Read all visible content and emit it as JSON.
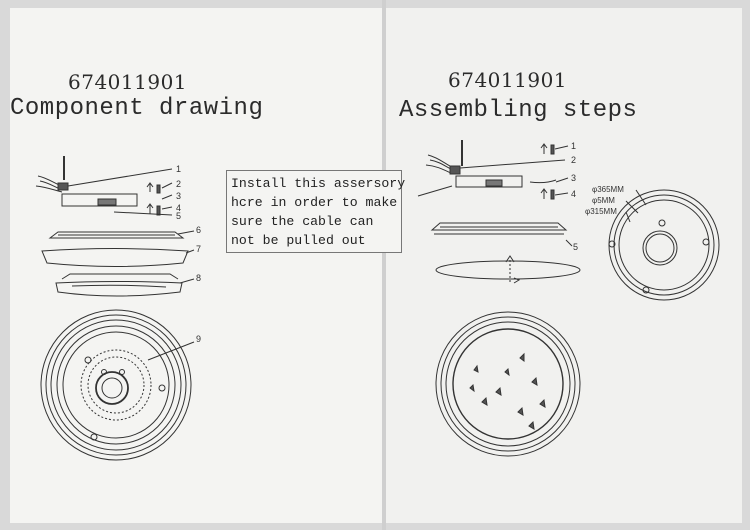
{
  "left_page": {
    "model_number": "674011901",
    "title": "Component drawing",
    "part_numbers": [
      "1",
      "2",
      "3",
      "4",
      "5",
      "6",
      "7",
      "8",
      "9"
    ]
  },
  "note": {
    "lines": [
      "Install this assersory",
      "hcre in order to make",
      "sure the cable can",
      "not be pulled out"
    ]
  },
  "right_page": {
    "model_number": "674011901",
    "title": "Assembling steps",
    "step_numbers": [
      "1",
      "2",
      "3",
      "4",
      "5"
    ],
    "dimensions": [
      "φ365MM",
      "φ5MM",
      "φ315MM"
    ]
  }
}
